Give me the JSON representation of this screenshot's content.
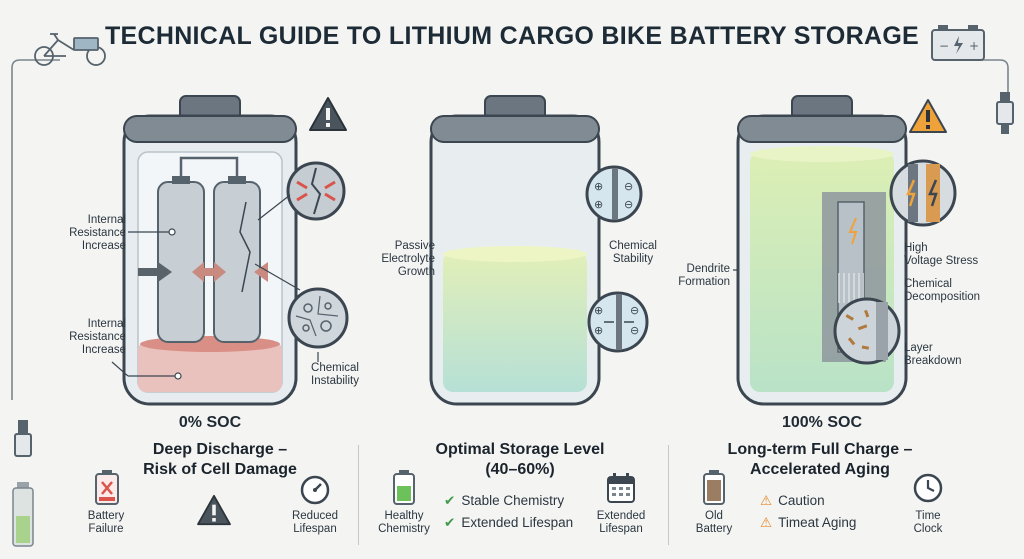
{
  "title": "TECHNICAL GUIDE TO LITHIUM CARGO BIKE BATTERY STORAGE",
  "colors": {
    "outline": "#3b4650",
    "liquid_green": "#c9e6a6",
    "liquid_teal": "#bfe3de",
    "damage_red": "#d9544a",
    "warning_orange": "#f0a23a",
    "check_green": "#3f9a4a"
  },
  "icons": [
    "cargo-bike-icon",
    "car-battery-icon",
    "usb-plug-icon",
    "warning-icon",
    "gauge-icon",
    "calendar-icon",
    "clock-icon",
    "battery-icon"
  ],
  "panels": [
    {
      "soc": "0% SOC",
      "heading": "Deep Discharge –\nRisk of Cell Damage",
      "callouts": [
        "Internal\nResistance\nIncrease",
        "Internal\nResistance\nIncrease",
        "Chemical\nInstability"
      ],
      "footer": {
        "left": "Battery\nFailure",
        "right": "Reduced\nLifespan"
      }
    },
    {
      "soc": "",
      "heading": "Optimal Storage Level\n(40–60%)",
      "callouts": [
        "Passive\nElectrolyte\nGrowth",
        "Chemical\nStability"
      ],
      "footer": {
        "left": "Healthy\nChemistry",
        "checks": [
          "Stable Chemistry",
          "Extended Lifespan"
        ],
        "right": "Extended\nLifespan"
      }
    },
    {
      "soc": "100% SOC",
      "heading": "Long-term Full Charge –\nAccelerated Aging",
      "callouts": [
        "Dendrite\nFormation",
        "High\nVoltage Stress",
        "Chemical\nDecomposition",
        "Layer\nBreakdown"
      ],
      "footer": {
        "left": "Old\nBattery",
        "warnings": [
          "Caution",
          "Timeat Aging"
        ],
        "right": "Time\nClock"
      }
    }
  ]
}
